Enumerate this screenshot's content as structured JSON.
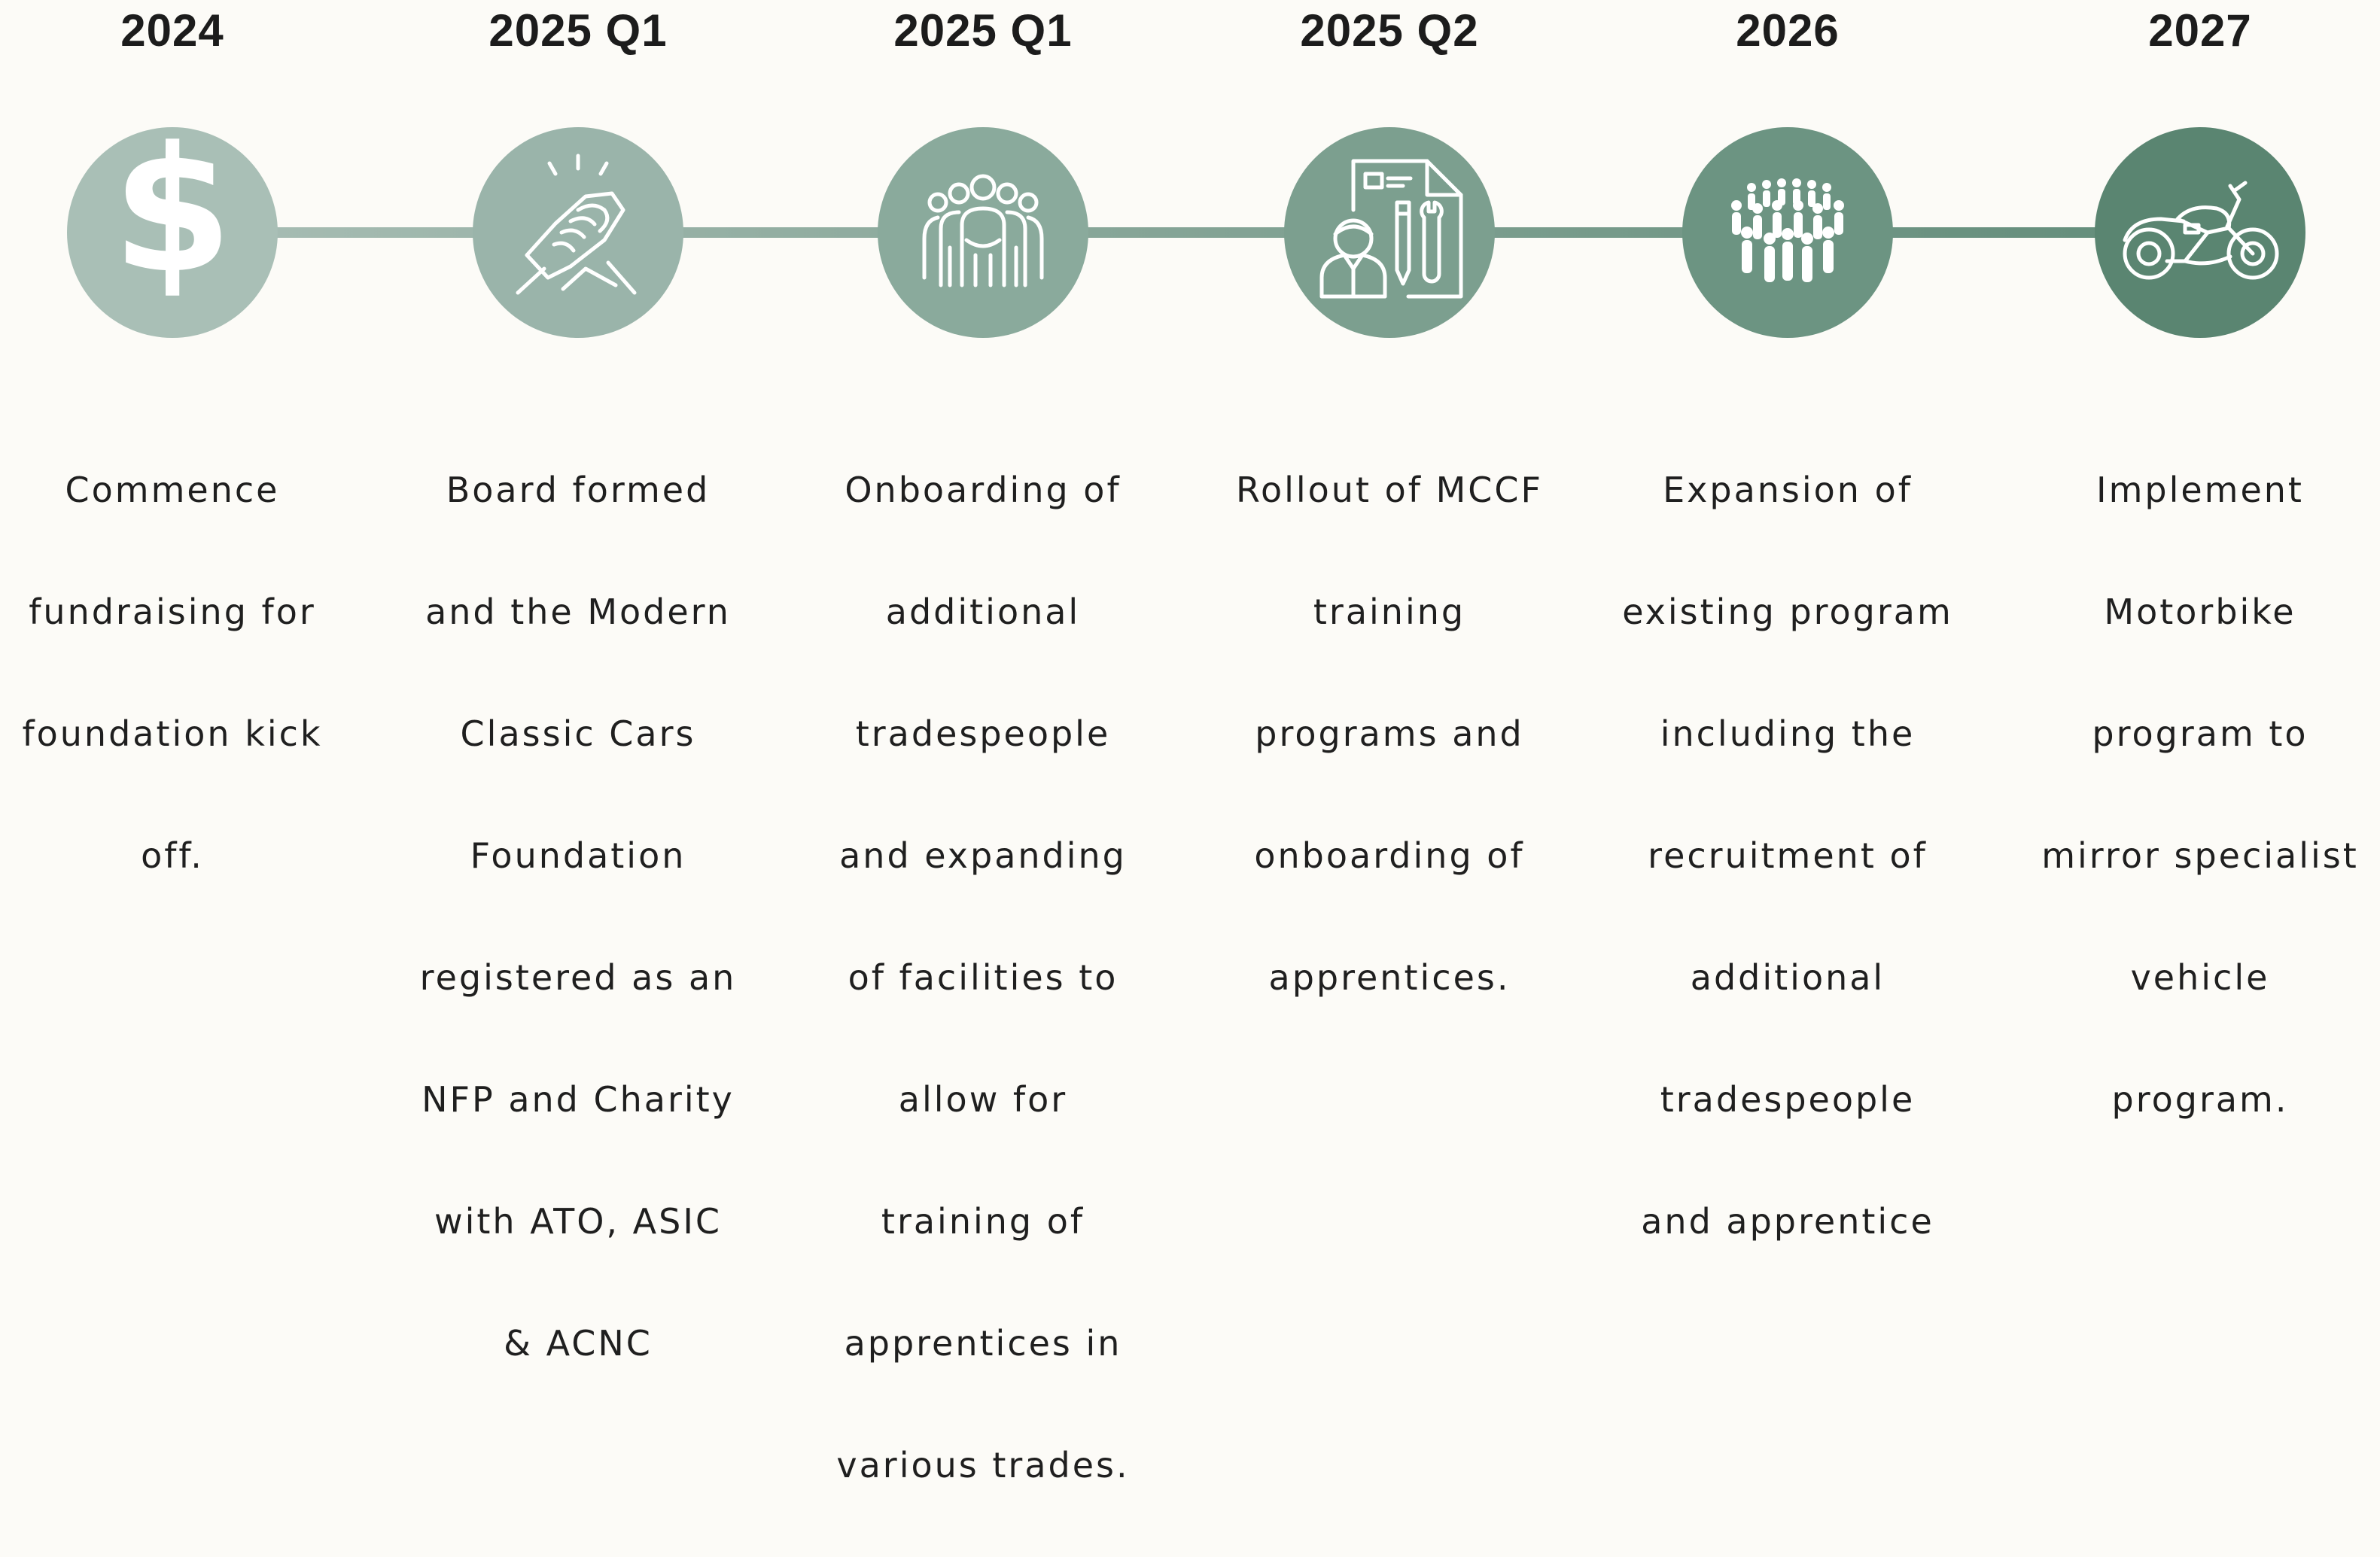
{
  "colors": {
    "background": "#fcfbf7",
    "circle_1": "#a9bfb6",
    "circle_2": "#9ab4aa",
    "circle_3": "#8aaa9c",
    "circle_4": "#7c9f8f",
    "circle_5": "#6c9482",
    "circle_6": "#5a8571",
    "icon": "#ffffff"
  },
  "milestones": [
    {
      "year": "2024",
      "icon": "dollar-icon",
      "lines": [
        "Commence",
        "fundraising for",
        "foundation kick",
        "off."
      ]
    },
    {
      "year": "2025 Q1",
      "icon": "handshake-icon",
      "lines": [
        "Board formed",
        "and the Modern",
        "Classic Cars",
        "Foundation",
        "registered as an",
        "NFP and Charity",
        "with ATO, ASIC",
        "& ACNC"
      ]
    },
    {
      "year": "2025 Q1",
      "icon": "team-icon",
      "lines": [
        "Onboarding of",
        "additional",
        "tradespeople",
        "and expanding",
        "of facilities to",
        "allow for",
        "training of",
        "apprentices in",
        "various trades."
      ]
    },
    {
      "year": "2025 Q2",
      "icon": "worker-document-tools-icon",
      "lines": [
        "Rollout of MCCF",
        "training",
        "programs and",
        "onboarding of",
        "apprentices."
      ]
    },
    {
      "year": "2026",
      "icon": "crowd-icon",
      "lines": [
        "Expansion of",
        "existing program",
        "including the",
        "recruitment of",
        "additional",
        "tradespeople",
        "and apprentice"
      ]
    },
    {
      "year": "2027",
      "icon": "motorbike-icon",
      "lines": [
        "Implement",
        "Motorbike",
        "program to",
        "mirror specialist",
        "vehicle",
        "program."
      ]
    }
  ]
}
